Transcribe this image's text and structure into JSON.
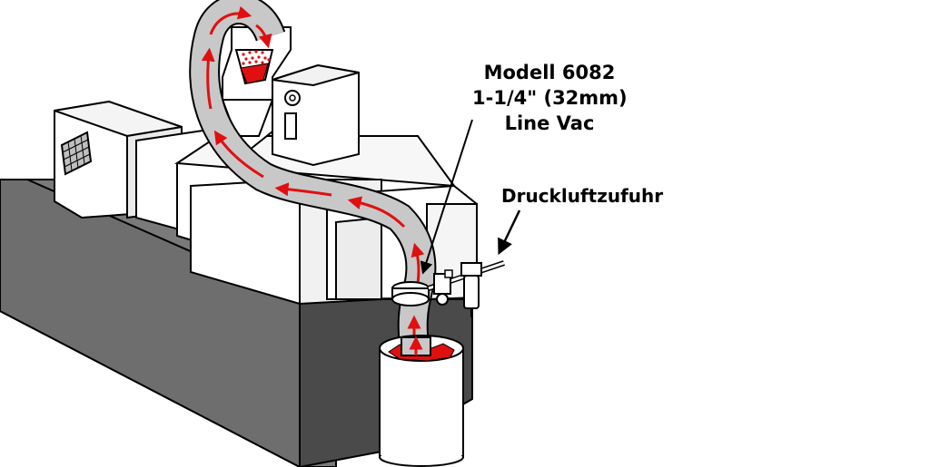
{
  "labels": {
    "model_line1": "Modell 6082",
    "model_line2": "1-1/4\" (32mm)",
    "model_line3": "Line Vac",
    "air_supply": "Druckluftzufuhr"
  },
  "colors": {
    "machine_base_left": "#7a7a7a",
    "machine_base_front": "#4a4a4a",
    "machine_top": "#ffffff",
    "hose": "#c8c8c8",
    "flow_arrows": "#e01010",
    "material": "#e01010",
    "outline": "#000000"
  },
  "icons": {
    "flow": "red-arrow-icon",
    "pointer": "black-arrow-icon"
  }
}
